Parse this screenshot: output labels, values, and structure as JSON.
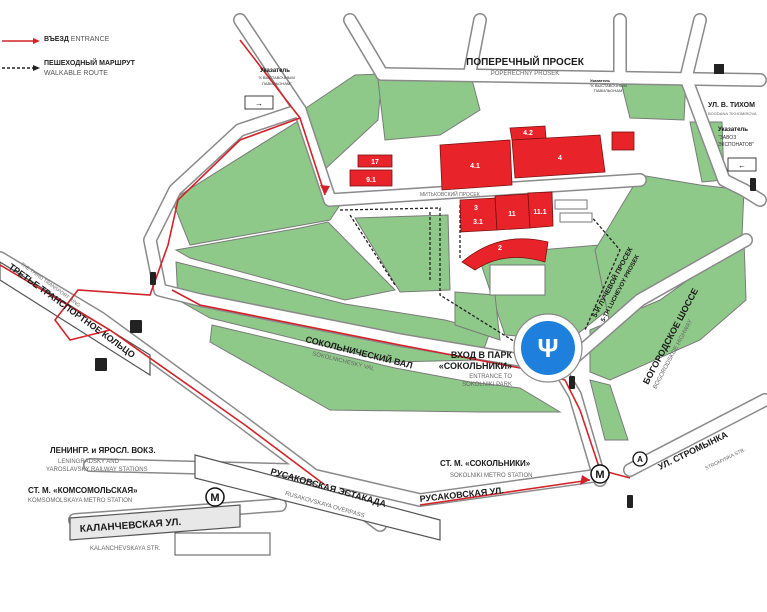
{
  "legend": {
    "entrance_ru": "ВЪЕЗД",
    "entrance_en": "ENTRANCE",
    "walk_ru": "ПЕШЕХОДНЫЙ МАРШРУТ",
    "walk_en": "WALKABLE ROUTE"
  },
  "streets": {
    "poperechny_ru": "ПОПЕРЕЧНЫЙ ПРОСЕК",
    "poperechny_en": "POPERECHNY PROSEK",
    "mitkovsky_ru": "МИТЬКОВСКИЙ ПРОСЕК",
    "lv_luchevoy_ru": "5-Й ЛУЧЕВОЙ ПРОСЕК",
    "lv_luchevoy_en": "5-TH LUCHEVOY PROSEK",
    "bogorodskoe_ru": "БОГОРОДСКОЕ ШОССЕ",
    "bogorodskoe_en": "BOGORODSKOE HIGHWAY",
    "sokolnichesky_ru": "СОКОЛЬНИЧЕСКИЙ ВАЛ",
    "sokolnichesky_en": "SOKOLNICHESKY VAL",
    "ttk_ru": "ТРЕТЬЕ ТРАНСПОРТНОЕ КОЛЬЦО",
    "ttk_en": "THE THIRD TRANSPORT RING",
    "rusakovskaya_est_ru": "РУСАКОВСКАЯ ЭСТАКАДА",
    "rusakovskaya_est_en": "RUSAKOVSKAYA OVERPASS",
    "rusakovskaya_ru": "РУСАКОВСКАЯ УЛ.",
    "kalanchevskaya_ru": "КАЛАНЧЕВСКАЯ УЛ.",
    "kalanchevskaya_en": "KALANCHEVSKAYA STR.",
    "stromynka_ru": "УЛ. СТРОМЫНКА",
    "stromynka_en": "STROMYNKA STR.",
    "tikhomirova_ru": "УЛ. В. ТИХОМ",
    "tikhomirova_en": "BOGDANA TIKHOMIROVA"
  },
  "park": {
    "entrance_ru_1": "ВХОД В ПАРК",
    "entrance_ru_2": "«СОКОЛЬНИКИ»",
    "entrance_en_1": "ENTRANCE TO",
    "entrance_en_2": "SOKOLNIKI PARK",
    "fountain_symbol": "Ψ"
  },
  "metro": {
    "sokolniki_ru": "СТ. М. «СОКОЛЬНИКИ»",
    "sokolniki_en": "SOKOLNIKI METRO STATION",
    "komsomolskaya_ru": "СТ. М. «КОМСОМОЛЬСКАЯ»",
    "komsomolskaya_en": "KOMSOMOLSKAYA METRO STATION",
    "stations_ru": "ЛЕНИНГР. и ЯРОСЛ. ВОКЗ.",
    "stations_en_1": "LENINGRADSKY AND",
    "stations_en_2": "YAROSLAVSKY RAILWAY STATIONS",
    "symbol": "M"
  },
  "signs": {
    "sign1_title": "Указатель",
    "sign1_line1": "\"К ВЫСТАВОЧНЫМ",
    "sign1_line2": "ПАВИЛЬОНАМ\"",
    "sign2_title": "Указатель",
    "sign2_line1": "\"К ВЫСТАВОЧНЫМ",
    "sign2_line2": "ПАВИЛЬОНАМ\"",
    "sign3_title": "Указатель",
    "sign3_line1": "\"ЗАВОЗ",
    "sign3_line2": "ЭКСПОНАТОВ\"",
    "bus_letter": "A"
  },
  "pavilions": {
    "p4": "4",
    "p42": "4.2",
    "p41": "4.1",
    "p3": "3",
    "p31": "3.1",
    "p11": "11",
    "p111": "11.1",
    "p2": "2",
    "p17": "17",
    "p91": "9.1"
  },
  "colors": {
    "green": "#8fc98a",
    "red": "#e8242a",
    "fountain": "#1e7fdc",
    "road": "#ffffff",
    "road_edge": "#8a8a8a",
    "route": "#d2232a"
  }
}
